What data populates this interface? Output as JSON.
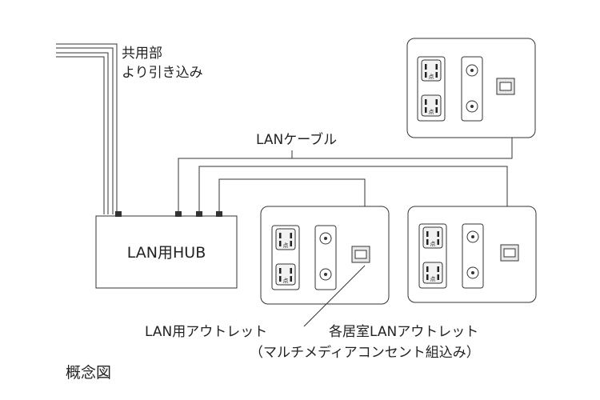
{
  "diagram": {
    "feed_label_line1": "共用部",
    "feed_label_line2": "より引き込み",
    "lan_cable_label": "LANケーブル",
    "hub_label": "LAN用HUB",
    "outlet_label": "LAN用アウトレット",
    "room_outlet_label_line1": "各居室LANアウトレット",
    "room_outlet_label_line2": "（マルチメディアコンセント組込み）",
    "caption": "概念図",
    "outlet_mark": "点"
  }
}
